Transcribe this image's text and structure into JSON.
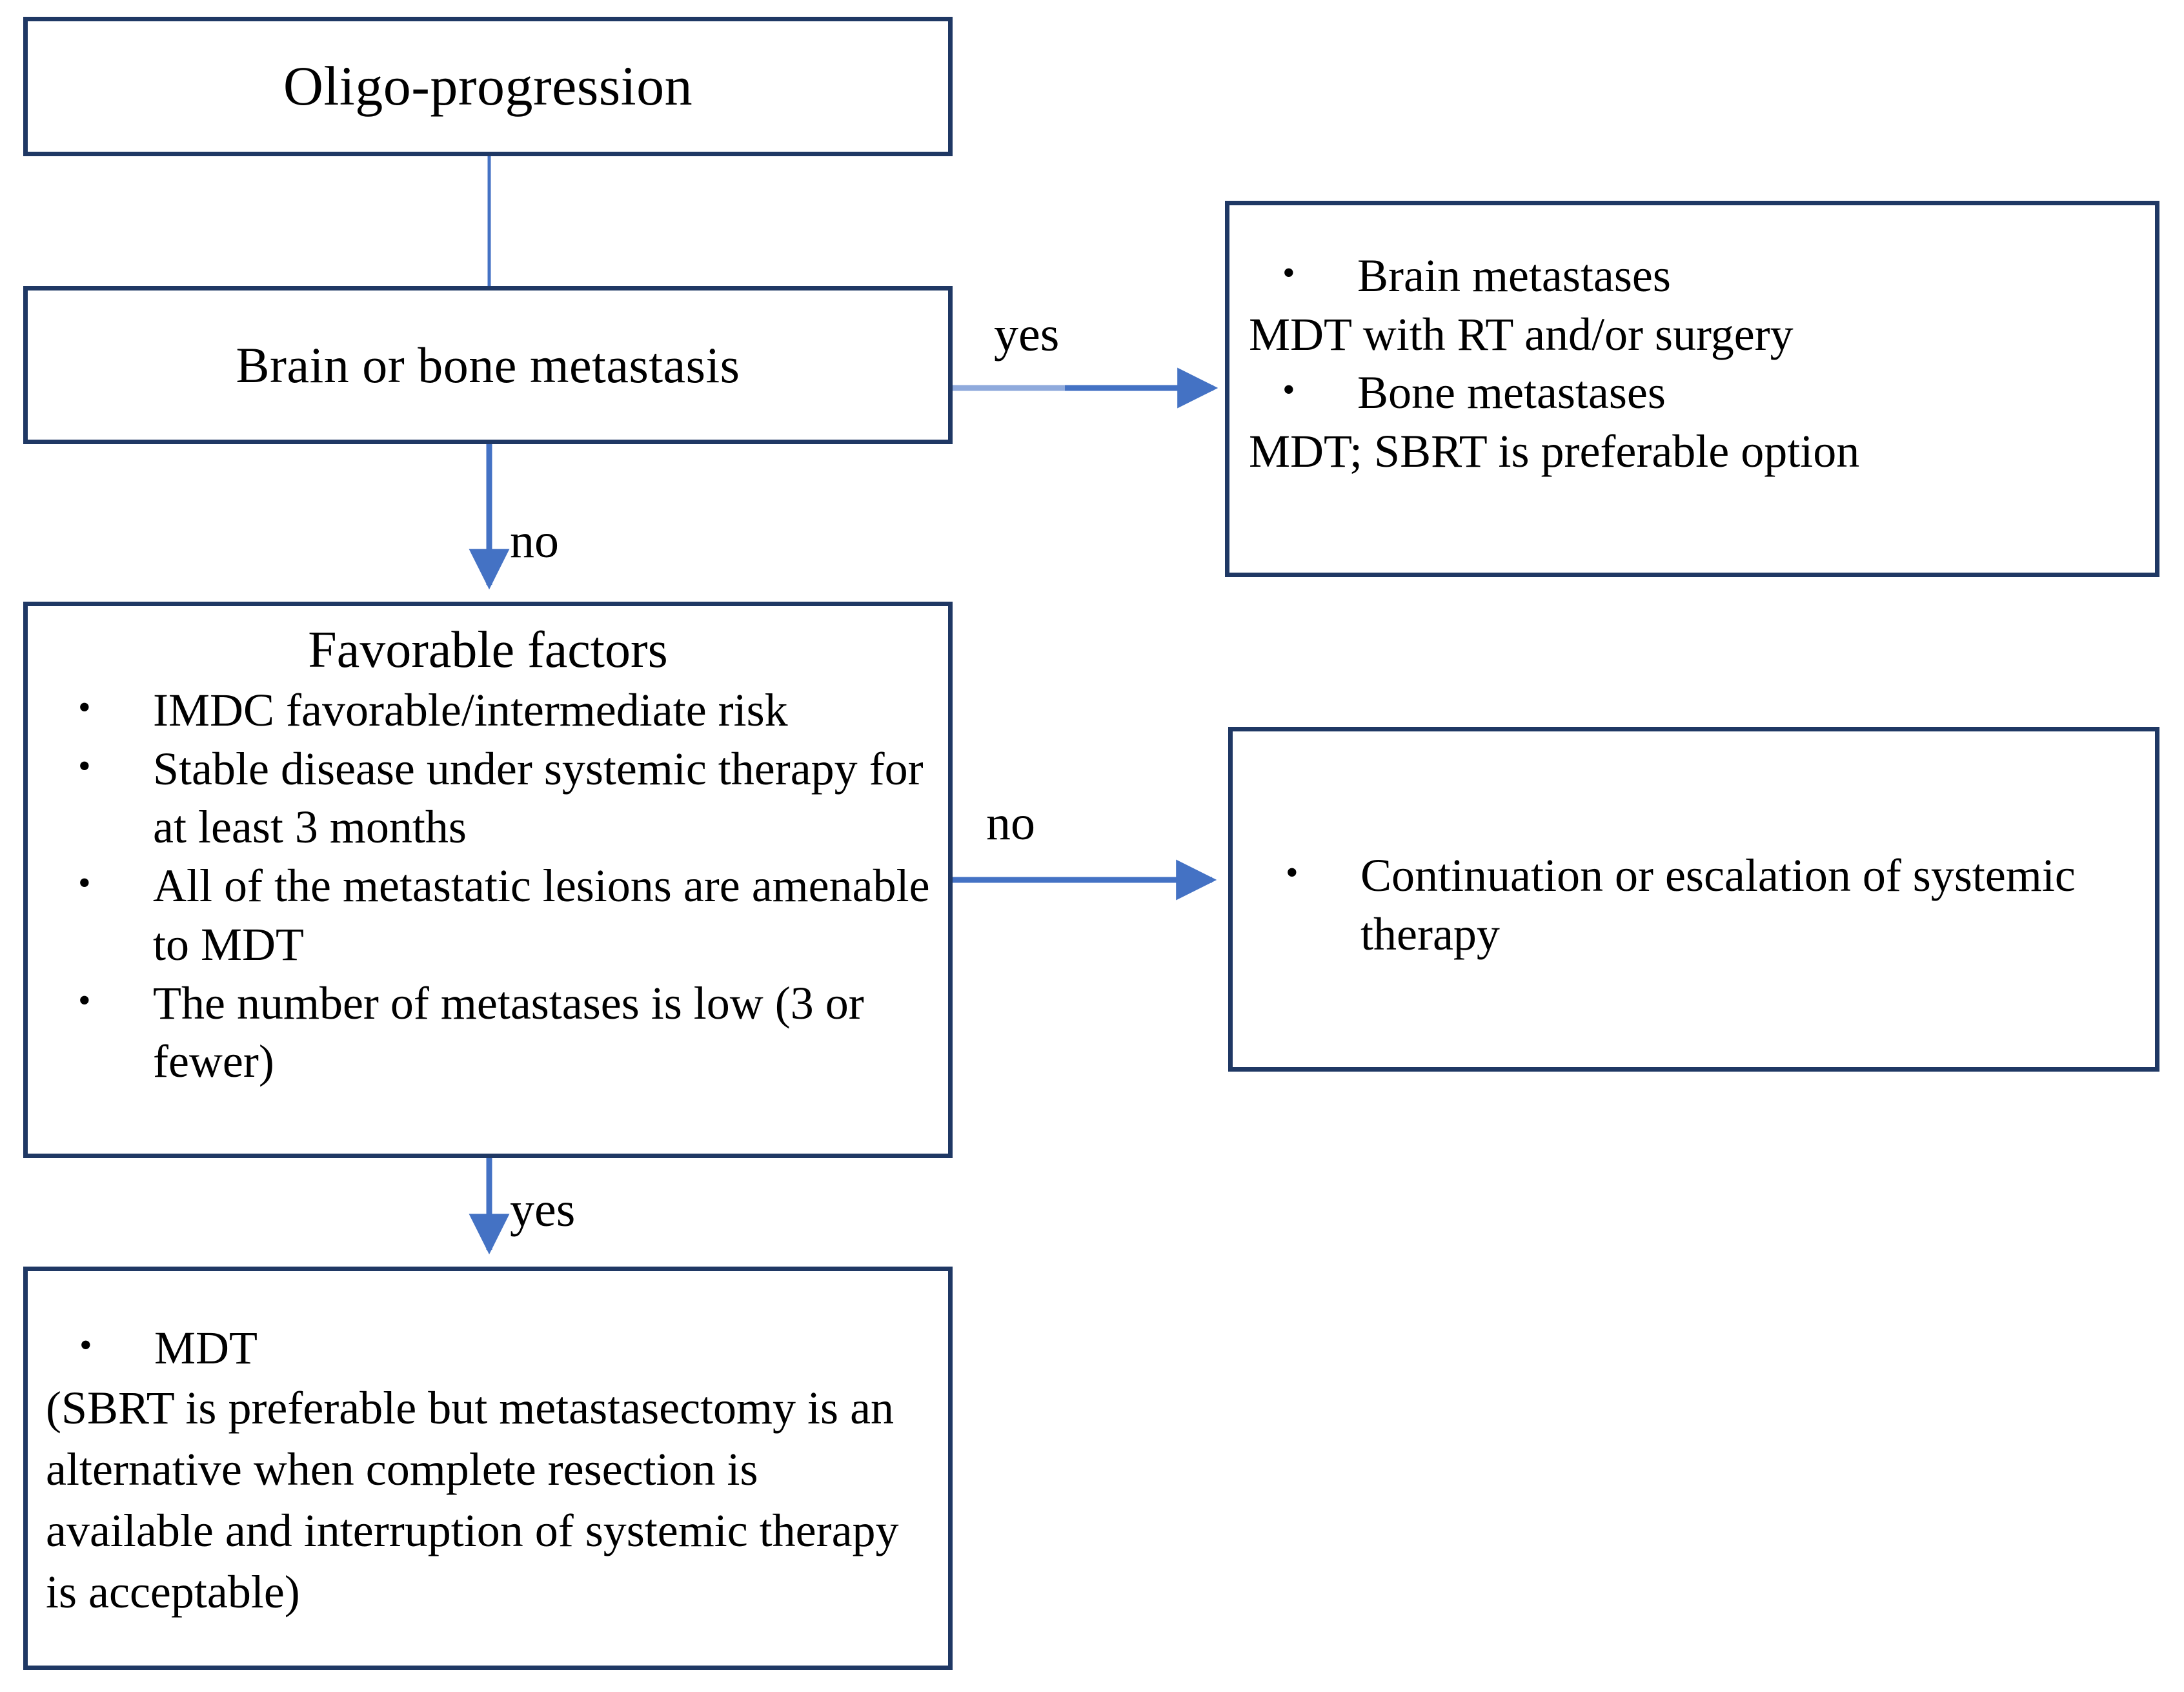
{
  "diagram": {
    "title": "Oligo-progression management flowchart",
    "colors": {
      "box_border": "#1F3864",
      "connector": "#4472C4",
      "background": "#FFFFFF",
      "text": "#000000"
    },
    "nodes": {
      "oligo_progression": {
        "label": "Oligo-progression"
      },
      "brain_or_bone_metastasis": {
        "label": "Brain or bone metastasis"
      },
      "brain_bone_treatment": {
        "lines": [
          {
            "type": "bullet",
            "text": "Brain metastases"
          },
          {
            "type": "plain",
            "text": "MDT with RT and/or surgery"
          },
          {
            "type": "bullet",
            "text": "Bone metastases"
          },
          {
            "type": "plain",
            "text": "MDT; SBRT is preferable option"
          }
        ]
      },
      "favorable_factors": {
        "heading": "Favorable factors",
        "bullets": [
          "IMDC favorable/intermediate risk",
          "Stable disease under systemic therapy for at least 3 months",
          "All of the metastatic lesions are amenable to MDT",
          "The number of metastases is low (3 or fewer)"
        ]
      },
      "continuation_escalation": {
        "lines": [
          {
            "type": "bullet",
            "text": "Continuation or escalation of systemic therapy"
          }
        ]
      },
      "mdt_outcome": {
        "lines": [
          {
            "type": "bullet",
            "text": "MDT"
          },
          {
            "type": "plain",
            "text": "(SBRT is preferable but metastasectomy is an alternative when complete resection is available and interruption of systemic therapy is acceptable)"
          }
        ]
      }
    },
    "edges": {
      "oligo_to_brainbone": {
        "label": ""
      },
      "brainbone_yes": {
        "label": "yes"
      },
      "brainbone_no": {
        "label": "no"
      },
      "favorable_no": {
        "label": "no"
      },
      "favorable_yes": {
        "label": "yes"
      }
    }
  }
}
